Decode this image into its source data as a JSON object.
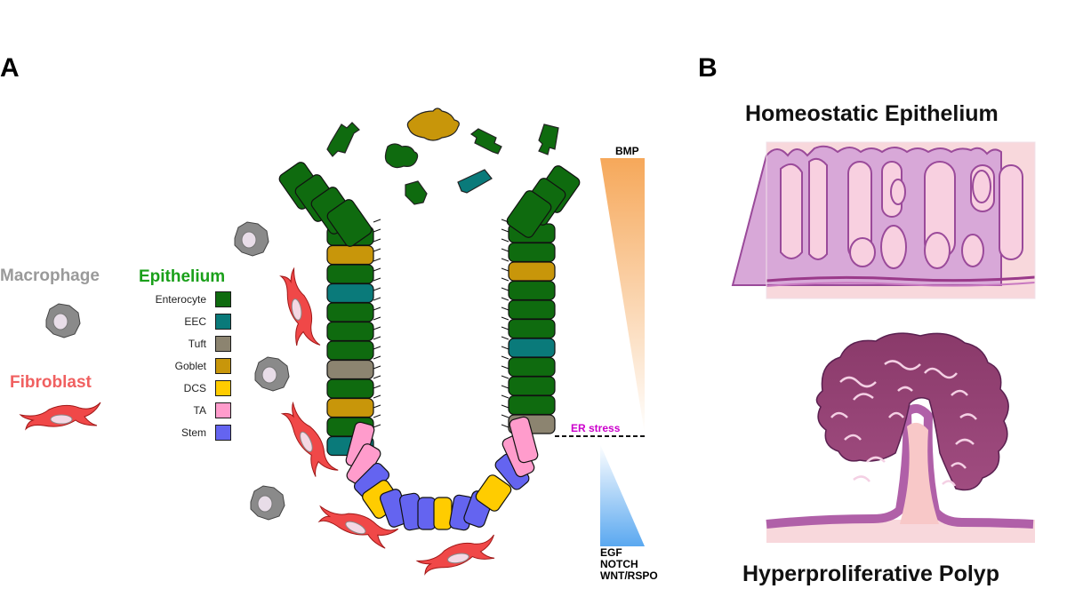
{
  "panel_a": {
    "letter": "A",
    "macrophage_label": "Macrophage",
    "fibroblast_label": "Fibroblast",
    "epithelium_label": "Epithelium",
    "legend": [
      {
        "name": "Enterocyte",
        "color": "#0f6b0f"
      },
      {
        "name": "EEC",
        "color": "#0a7a7a"
      },
      {
        "name": "Tuft",
        "color": "#8c8470"
      },
      {
        "name": "Goblet",
        "color": "#c8960a"
      },
      {
        "name": "DCS",
        "color": "#ffcc00"
      },
      {
        "name": "TA",
        "color": "#ff9ccc"
      },
      {
        "name": "Stem",
        "color": "#6464f0"
      }
    ],
    "gradient_top_label": "BMP",
    "er_stress_label": "ER stress",
    "gradient_bottom_labels": [
      "EGF",
      "NOTCH",
      "WNT/RSPO"
    ]
  },
  "panel_b": {
    "letter": "B",
    "top_title": "Homeostatic Epithelium",
    "bottom_title": "Hyperproliferative Polyp"
  },
  "colors": {
    "macrophage_text": "#9a9a9a",
    "fibroblast_text": "#f06060",
    "epithelium_text": "#1aa01a",
    "er_stress": "#cc00cc",
    "bmp_gradient": "#f6a85a",
    "wnt_gradient": "#5aa8f0"
  }
}
